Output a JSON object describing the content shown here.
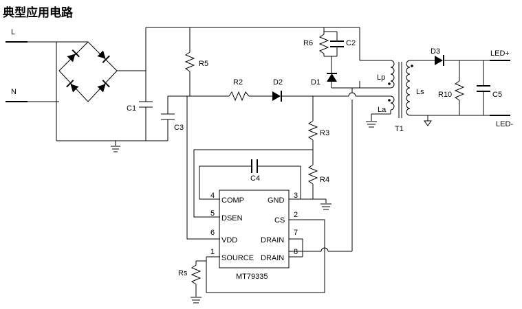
{
  "title": "典型应用电路",
  "inputs": {
    "L": "L",
    "N": "N"
  },
  "components": {
    "C1": "C1",
    "C2": "C2",
    "C3": "C3",
    "C4": "C4",
    "C5": "C5",
    "R2": "R2",
    "R3": "R3",
    "R4": "R4",
    "R5": "R5",
    "R6": "R6",
    "R10": "R10",
    "Rs": "Rs",
    "D1": "D1",
    "D2": "D2",
    "D3": "D3",
    "Lp": "Lp",
    "La": "La",
    "Ls": "Ls",
    "T1": "T1"
  },
  "outputs": {
    "pos": "LED+",
    "neg": "LED-"
  },
  "ic": {
    "name": "MT79335",
    "pins": [
      {
        "num": "4",
        "name": "COMP"
      },
      {
        "num": "5",
        "name": "DSEN"
      },
      {
        "num": "6",
        "name": "VDD"
      },
      {
        "num": "1",
        "name": "SOURCE"
      },
      {
        "num": "3",
        "name": "GND"
      },
      {
        "num": "2",
        "name": "CS"
      },
      {
        "num": "7",
        "name": "DRAIN"
      },
      {
        "num": "8",
        "name": "DRAIN"
      }
    ]
  }
}
